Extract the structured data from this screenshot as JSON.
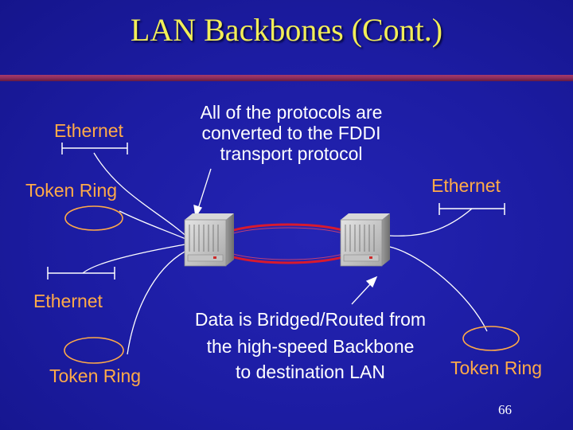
{
  "title": "LAN Backbones (Cont.)",
  "labels": {
    "ethernet_top_left": "Ethernet",
    "token_ring_top_left": "Token Ring",
    "ethernet_bottom_left": "Ethernet",
    "token_ring_bottom_left": "Token Ring",
    "ethernet_right": "Ethernet",
    "token_ring_right": "Token Ring"
  },
  "notes": {
    "protocol_conversion": [
      "All of the protocols are",
      "converted to the FDDI",
      "transport protocol"
    ],
    "data_bridged": [
      "Data is Bridged/Routed from",
      "the high-speed Backbone",
      "to destination LAN"
    ]
  },
  "page_number": "66",
  "colors": {
    "title": "#f2ee58",
    "lan_label": "#ffaa48",
    "note_text": "#ffffff",
    "backbone_ring": "#e0162a",
    "lan_symbol": "#ffffff",
    "title_rule": "#8c2d5c"
  },
  "icons": {
    "backbone_device": "server-rack-icon",
    "ethernet_segment": "bus-segment-icon",
    "token_ring": "ring-icon"
  }
}
